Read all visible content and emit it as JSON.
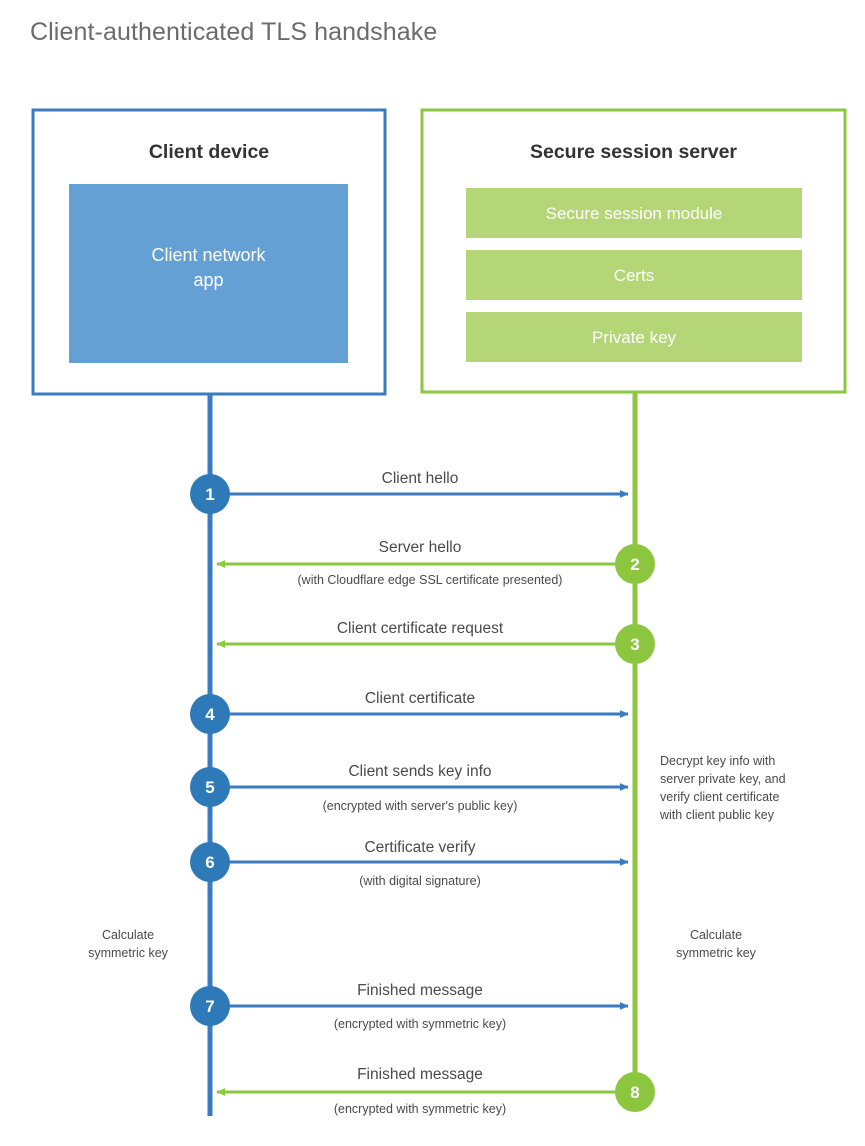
{
  "title": "Client-authenticated TLS handshake",
  "colors": {
    "client_blue": "#3a7bbf",
    "client_fill": "#64a0d4",
    "server_green": "#8dc63f",
    "server_fill": "#b5d677",
    "text_gray": "#4a4a4a",
    "title_gray": "#6b6b6b",
    "heading_dark": "#333333",
    "background": "#ffffff"
  },
  "client_panel": {
    "title": "Client device",
    "inner_box_label_line1": "Client network",
    "inner_box_label_line2": "app"
  },
  "server_panel": {
    "title": "Secure session server",
    "bars": [
      {
        "label": "Secure session module"
      },
      {
        "label": "Certs"
      },
      {
        "label": "Private key"
      }
    ]
  },
  "steps": [
    {
      "number": "1",
      "direction": "client-to-server",
      "side": "client",
      "color": "client",
      "main": "Client hello",
      "sub": ""
    },
    {
      "number": "2",
      "direction": "server-to-client",
      "side": "server",
      "color": "server",
      "main": "Server hello",
      "sub": "(with Cloudflare edge SSL certificate presented)"
    },
    {
      "number": "3",
      "direction": "server-to-client",
      "side": "server",
      "color": "server",
      "main": "Client certificate request",
      "sub": ""
    },
    {
      "number": "4",
      "direction": "client-to-server",
      "side": "client",
      "color": "client",
      "main": "Client certificate",
      "sub": ""
    },
    {
      "number": "5",
      "direction": "client-to-server",
      "side": "client",
      "color": "client",
      "main": "Client sends key info",
      "sub": "(encrypted with server's public key)"
    },
    {
      "number": "6",
      "direction": "client-to-server",
      "side": "client",
      "color": "client",
      "main": "Certificate verify",
      "sub": "(with digital signature)"
    },
    {
      "number": "7",
      "direction": "client-to-server",
      "side": "client",
      "color": "client",
      "main": "Finished message",
      "sub": "(encrypted with symmetric key)"
    },
    {
      "number": "8",
      "direction": "server-to-client",
      "side": "server",
      "color": "server",
      "main": "Finished message",
      "sub": "(encrypted with symmetric key)"
    }
  ],
  "annotations": {
    "server_decrypt": [
      "Decrypt key info with",
      "server private key, and",
      "verify client certificate",
      "with client public key"
    ],
    "client_calculate": [
      "Calculate",
      "symmetric key"
    ],
    "server_calculate": [
      "Calculate",
      "symmetric key"
    ]
  }
}
